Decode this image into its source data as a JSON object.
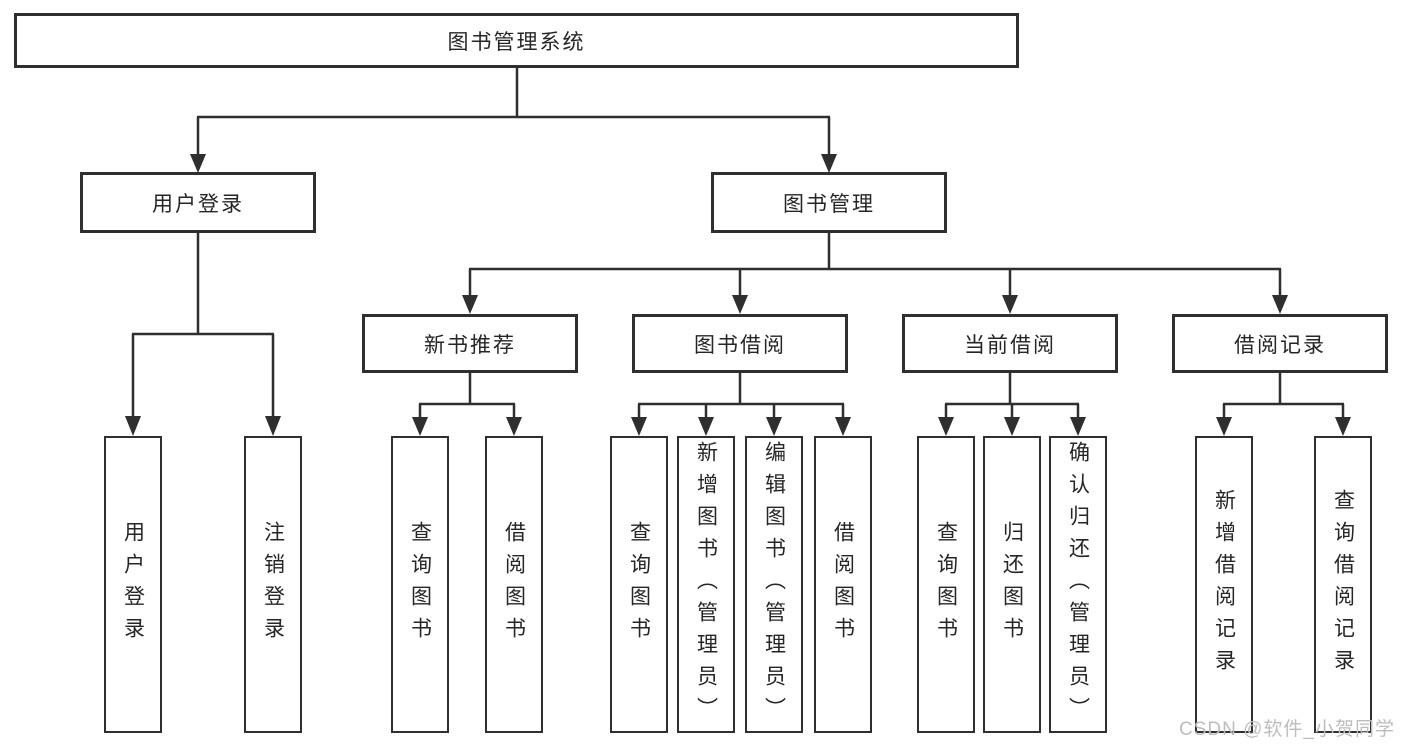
{
  "tree": {
    "root": "图书管理系统",
    "branches": [
      {
        "label": "用户登录",
        "leaves": [
          "用户登录",
          "注销登录"
        ]
      },
      {
        "label": "图书管理",
        "groups": [
          {
            "label": "新书推荐",
            "leaves": [
              "查询图书",
              "借阅图书"
            ]
          },
          {
            "label": "图书借阅",
            "leaves": [
              "查询图书",
              "新增图书（管理员）",
              "编辑图书（管理员）",
              "借阅图书"
            ]
          },
          {
            "label": "当前借阅",
            "leaves": [
              "查询图书",
              "归还图书",
              "确认归还（管理员）"
            ]
          },
          {
            "label": "借阅记录",
            "leaves": [
              "新增借阅记录",
              "查询借阅记录"
            ]
          }
        ]
      }
    ]
  },
  "watermark": "CSDN @软件_小贺同学",
  "colors": {
    "line": "#2f2f2f",
    "box_border": "#2f2f2f",
    "text": "#262626",
    "watermark": "#bdbdbd",
    "background": "#ffffff"
  }
}
